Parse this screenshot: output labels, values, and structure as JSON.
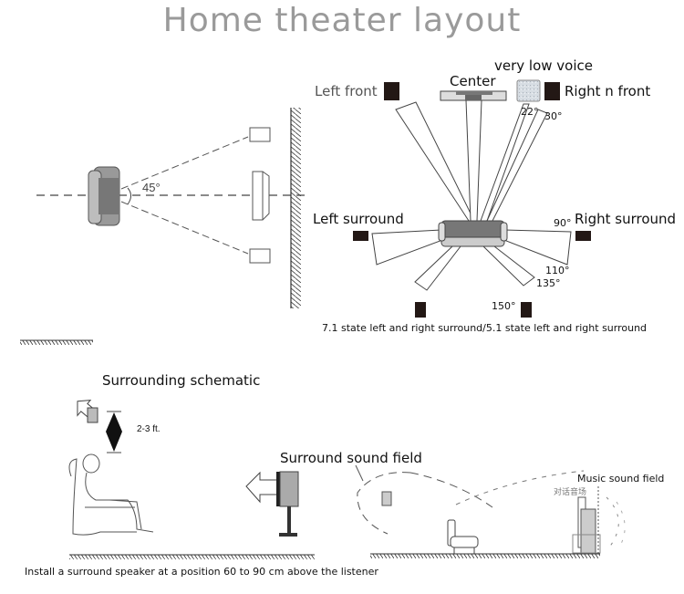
{
  "title": "Home theater layout",
  "top_view": {
    "angle_label": "45°"
  },
  "speaker_layout": {
    "labels": {
      "left_front": "Left front",
      "center": "Center",
      "very_low_voice": "very low voice",
      "right_front": "Right n front",
      "left_surround": "Left surround",
      "right_surround": "Right surround"
    },
    "angles": {
      "a22": "22°",
      "a30": "30°",
      "a90": "90°",
      "a110": "110°",
      "a135": "135°",
      "a150": "150°"
    },
    "caption": "7.1 state left and right surround/5.1 state left and right surround"
  },
  "side_view": {
    "title": "Surrounding schematic",
    "height_label": "2-3 ft.",
    "caption": "Install a surround speaker at a position 60 to 90 cm above the listener"
  },
  "sound_field": {
    "title": "Surround sound field",
    "music_label": "Music sound field",
    "dialog_label": "对话音场"
  }
}
